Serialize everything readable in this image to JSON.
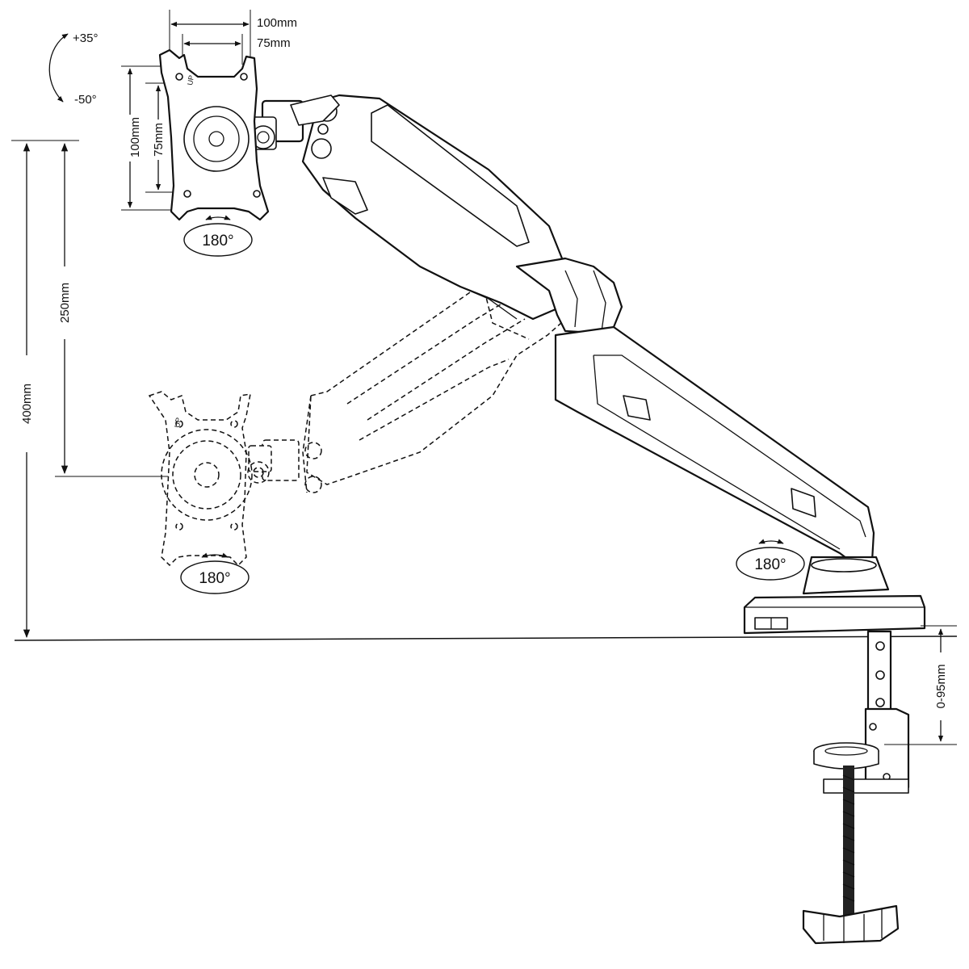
{
  "dimensions": {
    "vesa_outer_width": "100mm",
    "vesa_inner_width": "75mm",
    "vesa_outer_height": "100mm",
    "vesa_inner_height": "75mm",
    "total_height": "400mm",
    "height_adjust": "250mm",
    "clamp_range": "0-95mm"
  },
  "tilt": {
    "up": "+35°",
    "down": "-50°"
  },
  "rotation": {
    "top_plate": "180°",
    "bottom_plate": "180°",
    "base": "180°"
  },
  "plate_marks": {
    "top": "UP",
    "bottom": "UP"
  }
}
